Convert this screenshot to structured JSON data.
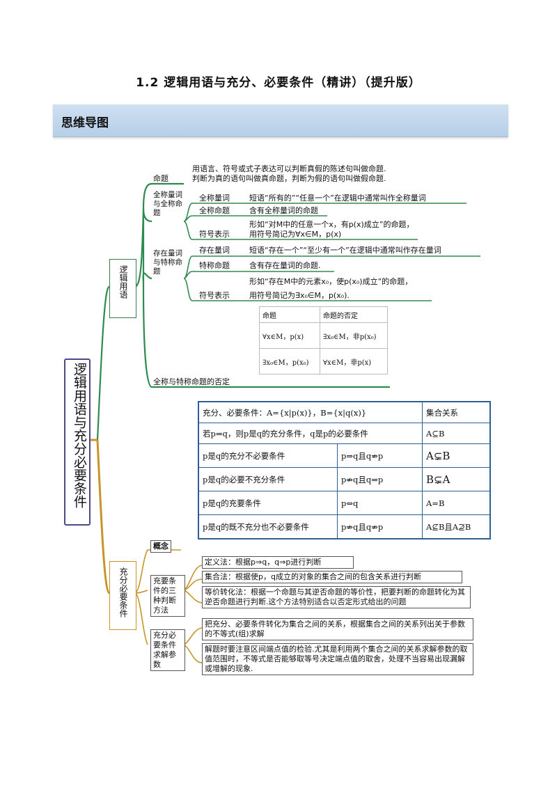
{
  "title": "1.2 逻辑用语与充分、必要条件（精讲）（提升版）",
  "banner": "思维导图",
  "central": "逻辑用语与充分必要条件",
  "branch1": {
    "label": "逻辑用语",
    "mingti": {
      "label": "命题",
      "def1": "用语言、符号或式子表达可以判断真假的陈述句叫做命题.",
      "def2": "判断为真的语句叫做真命题，判断为假的语句叫做假命题."
    },
    "quancheng": {
      "label": "全称量词与全称命题",
      "items": [
        {
          "label": "全称量词",
          "text": "短语“所有的”“任意一个”在逻辑中通常叫作全称量词"
        },
        {
          "label": "全称命题",
          "text": "含有全称量词的命题"
        },
        {
          "label": "符号表示",
          "text": "形如“对M中的任意一个x，有p(x)成立”的命题，",
          "text2": "用符号简记为∀x∈M，p(x)"
        }
      ]
    },
    "cunzai": {
      "label": "存在量词与特称命题",
      "items": [
        {
          "label": "存在量词",
          "text": "短语“存在一个”“至少有一个”在逻辑中通常叫作存在量词"
        },
        {
          "label": "特称命题",
          "text": "含有存在量词的命题."
        },
        {
          "label": "符号表示",
          "text": "形如“存在M中的元素x₀，使p(x₀)成立”的命题，",
          "text2": "用符号简记为∃x₀∈M，p(x₀)."
        }
      ]
    },
    "fouding": {
      "label": "全称与特称命题的否定",
      "header": [
        "命题",
        "命题的否定"
      ],
      "rows": [
        [
          "∀x∈M，p(x)",
          "∃x₀∈M，非p(x₀)"
        ],
        [
          "∃x₀∈M，p(x₀)",
          "∀x∈M，非p(x)"
        ]
      ]
    }
  },
  "condition_table": {
    "header": [
      "充分、必要条件：A={x|p(x)}，B={x|q(x)}",
      "集合关系"
    ],
    "row1": [
      "若p⇒q，则p是q的充分条件，q是p的必要条件",
      "A⊆B"
    ],
    "rows": [
      [
        "p是q的充分不必要条件",
        "p⇒q且q⇏p",
        "A⊊B"
      ],
      [
        "p是q的必要不充分条件",
        "p⇏q且q⇒p",
        "B⊊A"
      ],
      [
        "p是q的充要条件",
        "p⇔q",
        "A=B"
      ],
      [
        "p是q的既不充分也不必要条件",
        "p⇏q且q⇏p",
        "A⊈B且A⊉B"
      ]
    ]
  },
  "branch2": {
    "label": "充分必要条件",
    "gainian": "概念",
    "methods": {
      "label": "充要条件的三种判断方法",
      "items": [
        "定义法：根据p⇒q，q⇒p进行判断",
        "集合法：根据使p，q成立的对象的集合之间的包含关系进行判断",
        "等价转化法：根据一个命题与其逆否命题的等价性，把要判断的命题转化为其逆否命题进行判断.这个方法特别适合以否定形式给出的问题"
      ]
    },
    "params": {
      "label": "充分必要条件求解参数",
      "items": [
        "把充分、必要条件转化为集合之间的关系，根据集合之间的关系列出关于参数的不等式(组)求解",
        "解题时要注意区间端点值的检验.尤其是利用两个集合之间的关系求解参数的取值范围时，不等式是否能够取等号决定端点值的取舍，处理不当容易出现漏解或增解的现象."
      ]
    }
  },
  "colors": {
    "green": "#2e8b4f",
    "gold": "#c8942a",
    "blue": "#2f5e95",
    "navy": "#4a4a86"
  }
}
